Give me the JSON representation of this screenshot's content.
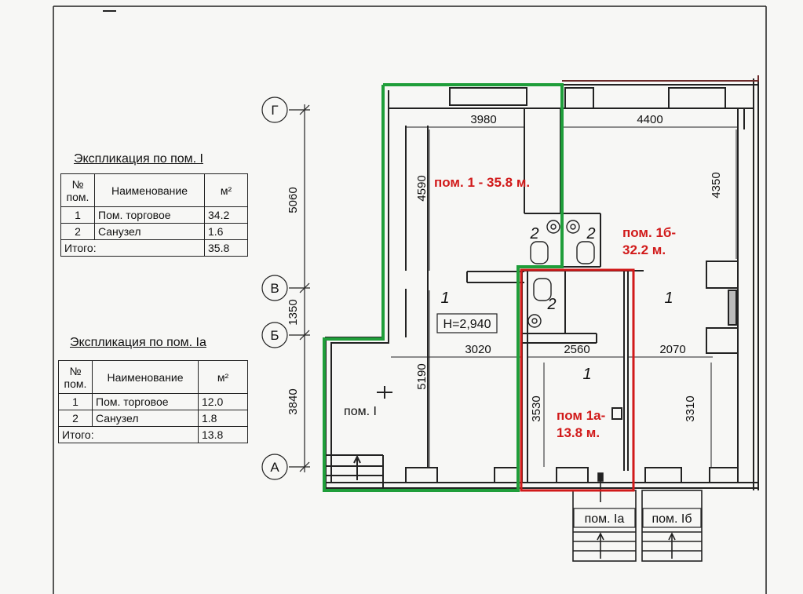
{
  "explication_1": {
    "title": "Экспликация по пом. I",
    "headers": {
      "num": "№ пом.",
      "name": "Наименование",
      "area": "м²"
    },
    "rows": [
      {
        "num": "1",
        "name": "Пом. торговое",
        "area": "34.2"
      },
      {
        "num": "2",
        "name": "Санузел",
        "area": "1.6"
      }
    ],
    "total_label": "Итого:",
    "total_value": "35.8"
  },
  "explication_1a": {
    "title": "Экспликация по пом. Iа",
    "headers": {
      "num": "№ пом.",
      "name": "Наименование",
      "area": "м²"
    },
    "rows": [
      {
        "num": "1",
        "name": "Пом. торговое",
        "area": "12.0"
      },
      {
        "num": "2",
        "name": "Санузел",
        "area": "1.8"
      }
    ],
    "total_label": "Итого:",
    "total_value": "13.8"
  },
  "axes": {
    "g": "Г",
    "v": "В",
    "b": "Б",
    "a": "А"
  },
  "dimensions": {
    "axis_gv": "5060",
    "axis_vb": "1350",
    "axis_ba": "3840",
    "top_left": "3980",
    "top_right": "4400",
    "mid_left": "3020",
    "mid_center": "2560",
    "mid_right": "2070",
    "height_left_upper": "4590",
    "height_left_lower": "5190",
    "height_right_upper": "4350",
    "height_center_lower": "3530",
    "height_right_lower": "3310"
  },
  "room_marks": {
    "room_main_num": "1",
    "room_1a_num": "1",
    "room_1b_num": "1",
    "wc_1": "2",
    "wc_2": "2",
    "wc_3": "2",
    "ceiling": "Н=2,940"
  },
  "entrance_labels": {
    "pom_i": "пом. I",
    "pom_ia": "пом. Iа",
    "pom_ib": "пом. Iб"
  },
  "highlight_labels": {
    "pom_1": "пом. 1 - 35.8 м.",
    "pom_1b_line1": "пом. 1б-",
    "pom_1b_line2": "32.2 м.",
    "pom_1a_line1": "пом 1а-",
    "pom_1a_line2": "13.8 м."
  },
  "colors": {
    "green_outline": "#1f9e3a",
    "red_outline": "#d11a1a",
    "brown_outline": "#6b2a2a",
    "ink": "#222222"
  }
}
